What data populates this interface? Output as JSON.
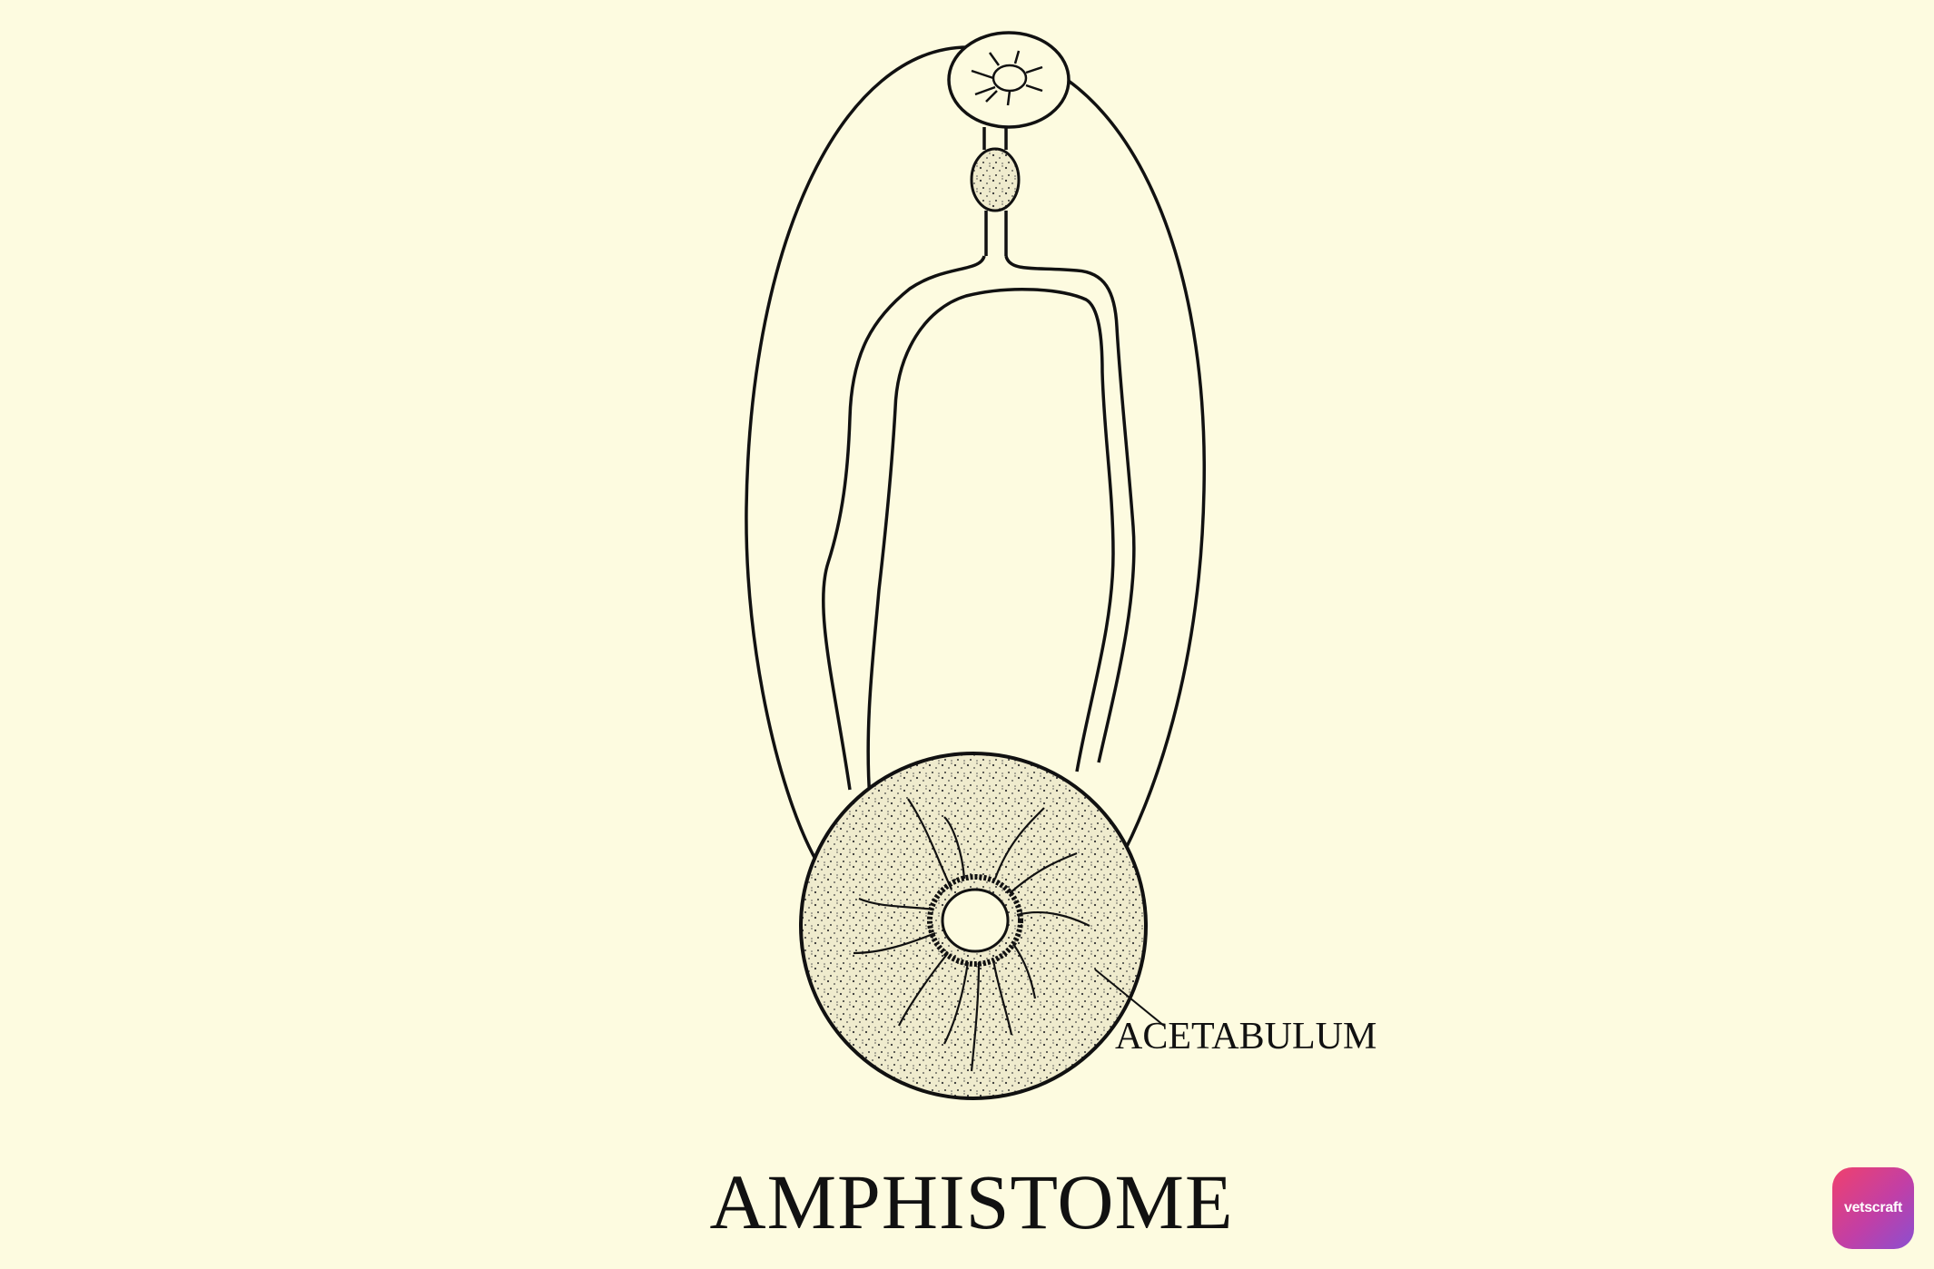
{
  "labels": {
    "acetabulum": "ACETABULUM"
  },
  "title": "AMPHISTOME",
  "logo": {
    "text": "vetscraft",
    "gradient": [
      "#f0416d",
      "#c13fa6",
      "#8b4fd0"
    ]
  },
  "colors": {
    "background": "#fdfbe0",
    "ink": "#111111",
    "stipple": "#e8e4c4"
  }
}
